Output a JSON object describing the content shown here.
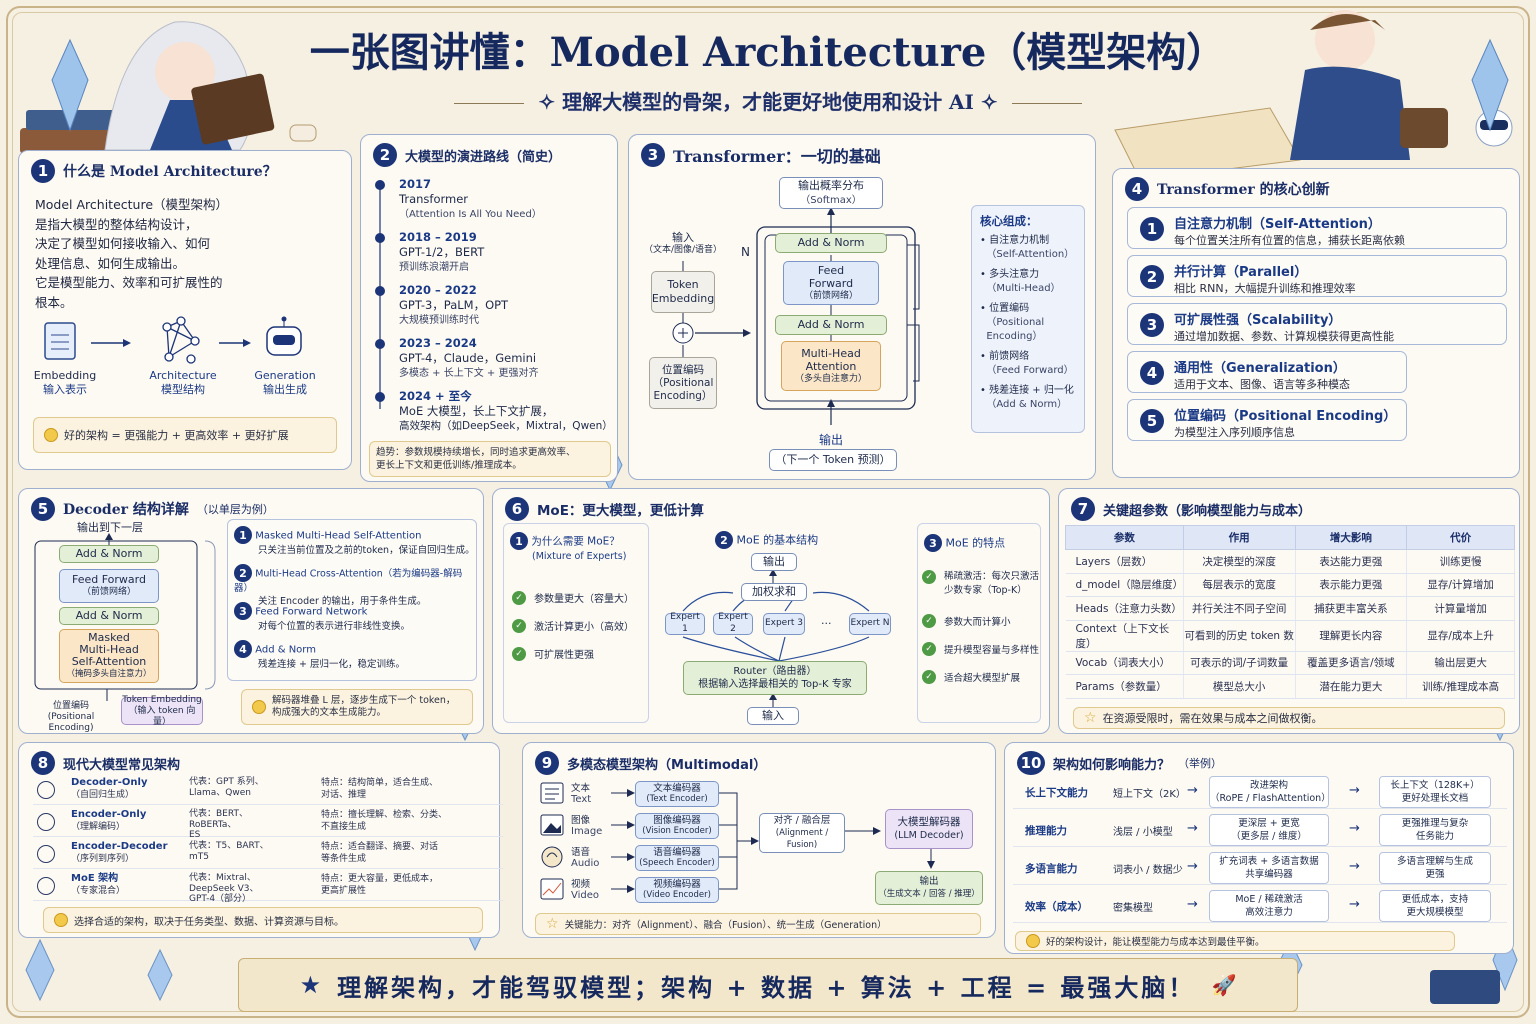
{
  "header": {
    "title": "一张图讲懂：Model Architecture（模型架构）",
    "subtitle": "理解大模型的骨架，才能更好地使用和设计 AI"
  },
  "p1": {
    "num": "1",
    "title": "什么是 Model Architecture？",
    "body": [
      "Model Architecture（模型架构）",
      "是指大模型的整体结构设计，",
      "决定了模型如何接收输入、如何",
      "处理信息、如何生成输出。",
      "它是模型能力、效率和可扩展性的",
      "根本。"
    ],
    "flow": [
      {
        "en": "Embedding",
        "zh": "输入表示"
      },
      {
        "en": "Architecture",
        "zh": "模型结构"
      },
      {
        "en": "Generation",
        "zh": "输出生成"
      }
    ],
    "tip": "好的架构 = 更强能力 + 更高效率 + 更好扩展"
  },
  "p2": {
    "num": "2",
    "title": "大模型的演进路线（简史）",
    "timeline": [
      {
        "year": "2017",
        "lines": [
          "Transformer",
          "（Attention Is All You Need）"
        ]
      },
      {
        "year": "2018 – 2019",
        "lines": [
          "GPT-1/2，BERT",
          "预训练浪潮开启"
        ]
      },
      {
        "year": "2020 – 2022",
        "lines": [
          "GPT-3，PaLM，OPT",
          "大规模预训练时代"
        ]
      },
      {
        "year": "2023 – 2024",
        "lines": [
          "GPT-4，Claude，Gemini",
          "多模态 + 长上下文 + 更强对齐"
        ]
      },
      {
        "year": "2024 + 至今",
        "lines": [
          "MoE 大模型，长上下文扩展，",
          "高效架构（如DeepSeek，Mixtral，Qwen）"
        ]
      }
    ],
    "trend": [
      "趋势：参数规模持续增长，同时追求更高效率、",
      "更长上下文和更低训练/推理成本。"
    ]
  },
  "p3": {
    "num": "3",
    "title": "Transformer：一切的基础",
    "output_top": [
      "输出概率分布",
      "（Softmax）"
    ],
    "input_label": [
      "输入",
      "（文本/图像/语音）"
    ],
    "token_embedding": [
      "Token",
      "Embedding"
    ],
    "pos_encoding": [
      "位置编码",
      "（Positional",
      "Encoding）"
    ],
    "n_label": "N",
    "add_norm": "Add & Norm",
    "ffn": [
      "Feed",
      "Forward",
      "（前馈网络）"
    ],
    "mha": [
      "Multi-Head",
      "Attention",
      "（多头自注意力）"
    ],
    "output_label": "输出",
    "next_token": "（下一个 Token 预测）",
    "core_title": "核心组成：",
    "core": [
      [
        "自注意力机制",
        "（Self-Attention）"
      ],
      [
        "多头注意力",
        "（Multi-Head）"
      ],
      [
        "位置编码",
        "（Positional",
        "Encoding）"
      ],
      [
        "前馈网络",
        "（Feed Forward）"
      ],
      [
        "残差连接 + 归一化",
        "（Add & Norm）"
      ]
    ]
  },
  "p4": {
    "num": "4",
    "title": "Transformer 的核心创新",
    "items": [
      {
        "n": "1",
        "t": "自注意力机制（Self-Attention）",
        "d": "每个位置关注所有位置的信息，捕获长距离依赖"
      },
      {
        "n": "2",
        "t": "并行计算（Parallel）",
        "d": "相比 RNN，大幅提升训练和推理效率"
      },
      {
        "n": "3",
        "t": "可扩展性强（Scalability）",
        "d": "通过增加数据、参数、计算规模获得更高性能"
      },
      {
        "n": "4",
        "t": "通用性（Generalization）",
        "d": "适用于文本、图像、语言等多种模态"
      },
      {
        "n": "5",
        "t": "位置编码（Positional Encoding）",
        "d": "为模型注入序列顺序信息"
      }
    ]
  },
  "p5": {
    "num": "5",
    "title": "Decoder 结构详解",
    "title_note": "（以单层为例）",
    "out_next": "输出到下一层",
    "add_norm": "Add & Norm",
    "ffn": [
      "Feed Forward",
      "（前馈网络）"
    ],
    "masked": [
      "Masked",
      "Multi-Head",
      "Self-Attention",
      "（掩码多头自注意力）"
    ],
    "pos": [
      "位置编码",
      "(Positional Encoding)"
    ],
    "tok": [
      "Token Embedding",
      "（输入 token 向量）"
    ],
    "items": [
      {
        "n": "1",
        "t": "Masked Multi-Head Self-Attention",
        "d": "只关注当前位置及之前的token，保证自回归生成。"
      },
      {
        "n": "2",
        "t": "Multi-Head Cross-Attention（若为编码器-解码器）",
        "d": "关注 Encoder 的输出，用于条件生成。"
      },
      {
        "n": "3",
        "t": "Feed Forward Network",
        "d": "对每个位置的表示进行非线性变换。"
      },
      {
        "n": "4",
        "t": "Add & Norm",
        "d": "残差连接 + 层归一化，稳定训练。"
      }
    ],
    "tip": [
      "解码器堆叠 L 层，逐步生成下一个 token，",
      "构成强大的文本生成能力。"
    ]
  },
  "p6": {
    "num": "6",
    "title": "MoE：更大模型，更低计算",
    "why_title": [
      "为什么需要 MoE？",
      "(Mixture of Experts)"
    ],
    "why": [
      "参数量更大（容量大）",
      "激活计算更小（高效）",
      "可扩展性更强"
    ],
    "struct_title": "MoE 的基本结构",
    "out": "输出",
    "sum": "加权求和",
    "experts": [
      "Expert 1",
      "Expert 2",
      "Expert 3",
      "···",
      "Expert N"
    ],
    "router": [
      "Router（路由器）",
      "根据输入选择最相关的 Top-K 专家"
    ],
    "in": "输入",
    "feat_title": "MoE 的特点",
    "feat": [
      [
        "稀疏激活：每次只激活",
        "少数专家（Top-K）"
      ],
      [
        "参数大而计算小"
      ],
      [
        "提升模型容量与多样性"
      ],
      [
        "适合超大模型扩展"
      ]
    ]
  },
  "p7": {
    "num": "7",
    "title": "关键超参数（影响模型能力与成本）",
    "headers": [
      "参数",
      "作用",
      "增大影响",
      "代价"
    ],
    "rows": [
      [
        "Layers（层数）",
        "决定模型的深度",
        "表达能力更强",
        "训练更慢"
      ],
      [
        "d_model（隐层维度）",
        "每层表示的宽度",
        "表示能力更强",
        "显存/计算增加"
      ],
      [
        "Heads（注意力头数）",
        "并行关注不同子空间",
        "捕获更丰富关系",
        "计算量增加"
      ],
      [
        "Context（上下文长度）",
        "可看到的历史 token 数",
        "理解更长内容",
        "显存/成本上升"
      ],
      [
        "Vocab（词表大小）",
        "可表示的词/子词数量",
        "覆盖更多语言/领域",
        "输出层更大"
      ],
      [
        "Params（参数量）",
        "模型总大小",
        "潜在能力更大",
        "训练/推理成本高"
      ]
    ],
    "tip": "在资源受限时，需在效果与成本之间做权衡。"
  },
  "p8": {
    "num": "8",
    "title": "现代大模型常见架构",
    "rows": [
      {
        "name": "Decoder-Only",
        "zh": "（自回归生成）",
        "rep": [
          "代表：GPT 系列、",
          "Llama、Qwen"
        ],
        "feat": [
          "特点：结构简单，适合生成、",
          "对话、推理"
        ]
      },
      {
        "name": "Encoder-Only",
        "zh": "（理解编码）",
        "rep": [
          "代表：BERT、",
          "RoBERTa、",
          "ES"
        ],
        "feat": [
          "特点：擅长理解、检索、分类、",
          "不直接生成"
        ]
      },
      {
        "name": "Encoder-Decoder",
        "zh": "（序列到序列）",
        "rep": [
          "代表：T5、BART、",
          "mT5"
        ],
        "feat": [
          "特点：适合翻译、摘要、对话",
          "等条件生成"
        ]
      },
      {
        "name": "MoE 架构",
        "zh": "（专家混合）",
        "rep": [
          "代表：Mixtral、",
          "DeepSeek V3、",
          "GPT-4（部分）"
        ],
        "feat": [
          "特点：更大容量，更低成本，",
          "更高扩展性"
        ]
      }
    ],
    "tip": "选择合适的架构，取决于任务类型、数据、计算资源与目标。"
  },
  "p9": {
    "num": "9",
    "title": "多模态模型架构（Multimodal）",
    "inputs": [
      {
        "zh": "文本",
        "en": "Text",
        "enc": [
          "文本编码器",
          "(Text Encoder)"
        ]
      },
      {
        "zh": "图像",
        "en": "Image",
        "enc": [
          "图像编码器",
          "(Vision Encoder)"
        ]
      },
      {
        "zh": "语音",
        "en": "Audio",
        "enc": [
          "语音编码器",
          "(Speech Encoder)"
        ]
      },
      {
        "zh": "视频",
        "en": "Video",
        "enc": [
          "视频编码器",
          "(Video Encoder)"
        ]
      }
    ],
    "align": [
      "对齐 / 融合层",
      "(Alignment / Fusion)"
    ],
    "llm": [
      "大模型解码器",
      "(LLM Decoder)"
    ],
    "out": [
      "输出",
      "（生成文本 / 回答 / 推理）"
    ],
    "tip": "关键能力：对齐（Alignment）、融合（Fusion）、统一生成（Generation）"
  },
  "p10": {
    "num": "10",
    "title": "架构如何影响能力？",
    "title_note": "（举例）",
    "rows": [
      {
        "ability": "长上下文能力",
        "from": [
          "短上下文（2K）"
        ],
        "via": [
          "改进架构",
          "（RoPE / FlashAttention）"
        ],
        "to": [
          "长上下文（128K+）",
          "更好处理长文档"
        ]
      },
      {
        "ability": "推理能力",
        "from": [
          "浅层 / 小模型"
        ],
        "via": [
          "更深层 + 更宽",
          "（更多层 / 维度）"
        ],
        "to": [
          "更强推理与复杂",
          "任务能力"
        ]
      },
      {
        "ability": "多语言能力",
        "from": [
          "词表小 / 数据少"
        ],
        "via": [
          "扩充词表 + 多语言数据",
          "共享编码器"
        ],
        "to": [
          "多语言理解与生成",
          "更强"
        ]
      },
      {
        "ability": "效率（成本）",
        "from": [
          "密集模型"
        ],
        "via": [
          "MoE / 稀疏激活",
          "高效注意力"
        ],
        "to": [
          "更低成本，支持",
          "更大规模模型"
        ]
      }
    ],
    "tip": "好的架构设计，能让模型能力与成本达到最佳平衡。"
  },
  "footer": {
    "text": "理解架构，才能驾驭模型；架构 + 数据 + 算法 + 工程 = 最强大脑！"
  },
  "colors": {
    "navy": "#16295e",
    "panel_border": "#9fb0cf",
    "parchment": "#f6f0e2"
  }
}
